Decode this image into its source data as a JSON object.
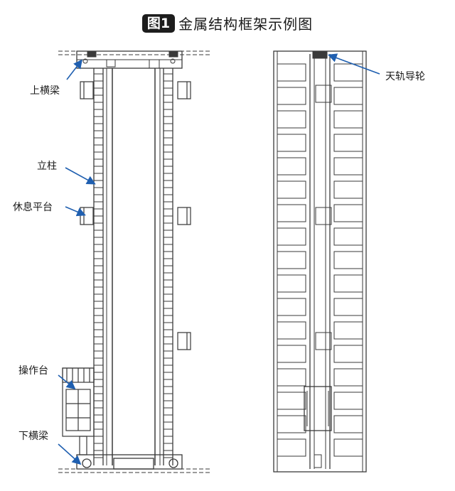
{
  "figure": {
    "badge": "图1",
    "title": "金属结构框架示例图"
  },
  "labels": {
    "top_beam": "上横梁",
    "column": "立柱",
    "rest_platform": "休息平台",
    "operator_cab": "操作台",
    "bottom_beam": "下横梁",
    "sky_rail_wheel": "天轨导轮"
  },
  "colors": {
    "line": "#3a3a3a",
    "arrow": "#1f5fb0",
    "text": "#1a1a1a"
  }
}
